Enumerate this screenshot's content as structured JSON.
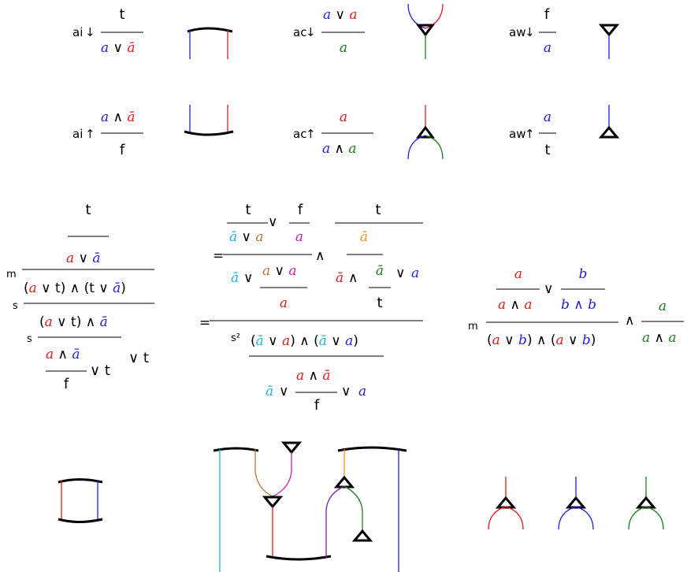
{
  "rules": [
    {
      "name": "ai",
      "arrow": "↓",
      "num": "t",
      "den": "a ∨ ā"
    },
    {
      "name": "ac",
      "arrow": "↓",
      "num": "a ∨ a",
      "den": "a"
    },
    {
      "name": "aw",
      "arrow": "↓",
      "num": "f",
      "den": "a"
    },
    {
      "name": "ai",
      "arrow": "↑",
      "num": "a ∧ ā",
      "den": "f"
    },
    {
      "name": "ac",
      "arrow": "↑",
      "num": "a",
      "den": "a ∧ a"
    },
    {
      "name": "aw",
      "arrow": "↑",
      "num": "a",
      "den": "t"
    }
  ],
  "derivations": {
    "left": {
      "m": "m",
      "s1": "s",
      "s2": "s",
      "t": "t",
      "a_or_abar": "a ∨ ā",
      "mid": "(a ∨ t) ∧ (t ∨ ā)",
      "third": "(a ∨ t) ∧ ā",
      "fourth": "a ∧ ā",
      "f": "f",
      "or_t": "∨ t",
      "or_t2": "∨ t"
    },
    "middle": {
      "eq1": "=",
      "eq2": "=",
      "s2": "s²",
      "t": "t",
      "f": "f",
      "or": "∨",
      "and": "∧",
      "row1": "ā ∨ a",
      "row_a": "a",
      "row_a_or_a": "a ∨ a",
      "bar_ab": "ā",
      "bottom": "(ā ∨ a) ∧ (ā ∨ a)",
      "last": "a ∧ ā"
    },
    "right": {
      "m": "m",
      "top1": "a",
      "top2": "b",
      "den1": "a ∧ a",
      "den2": "b ∧ b",
      "bottom": "(a ∨ b) ∧ (a ∨ b)",
      "and": "∧",
      "r_num": "a",
      "r_den": "a ∧ a",
      "or": "∨"
    }
  },
  "colors": {
    "blue": "#1f1fd6",
    "red": "#e01b1b",
    "green": "#1a7a1a",
    "cyan": "#1fb0e6",
    "brown": "#b0783a",
    "magenta": "#d21ca8",
    "orange": "#f0921c",
    "purple": "#7a1f9e",
    "black": "#000000"
  }
}
